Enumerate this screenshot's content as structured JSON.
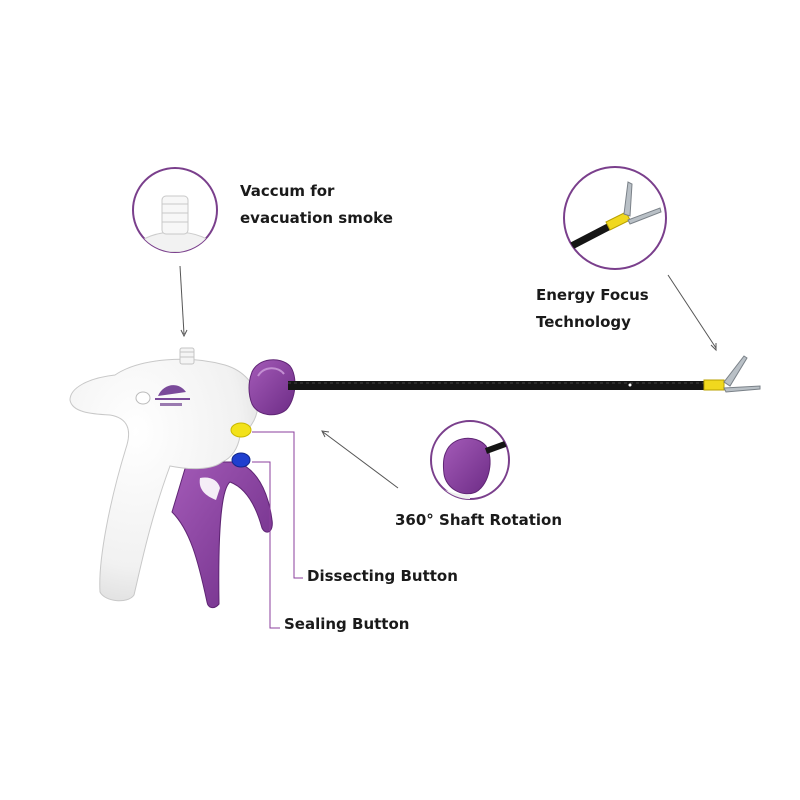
{
  "callouts": {
    "vaccum": {
      "line1": "Vaccum for",
      "line2": "evacuation smoke"
    },
    "energy_focus": {
      "line1": "Energy Focus",
      "line2": "Technology"
    },
    "rotation": {
      "text": "360° Shaft Rotation"
    },
    "dissecting": {
      "text": "Dissecting Button"
    },
    "sealing": {
      "text": "Sealing Button"
    }
  },
  "colors": {
    "body": "#ffffff",
    "trigger": "#8b3f9e",
    "rotation_knob": "#8b3f9e",
    "dissecting_button": "#f2e21a",
    "sealing_button": "#1f3fcf",
    "shaft": "#151515",
    "jaw_accent": "#f0d81e",
    "leader_line": "#8b3f9e",
    "pointer_line": "#555555"
  }
}
